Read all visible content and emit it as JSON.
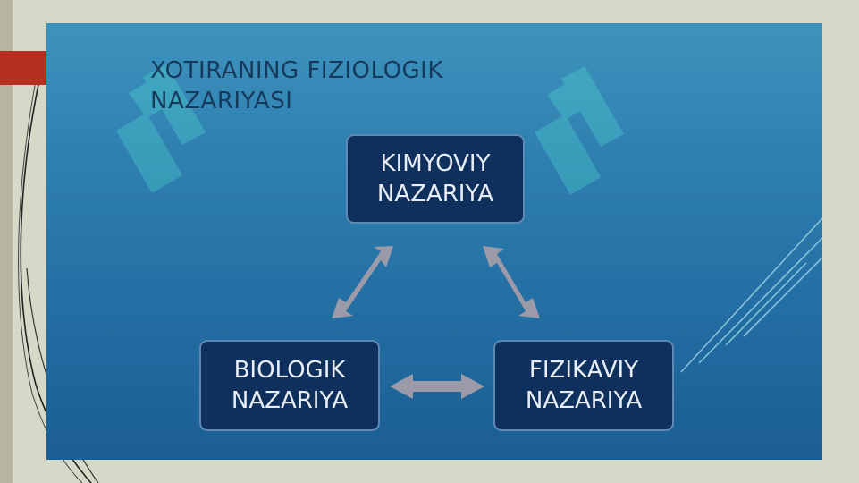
{
  "slide": {
    "title": "XOTIRANING FIZIOLOGIK NAZARIYASI"
  },
  "diagram": {
    "nodes": [
      {
        "id": "kimyoviy",
        "label": "KIMYOVIY NAZARIYA"
      },
      {
        "id": "biologik",
        "label": "BIOLOGIK NAZARIYA"
      },
      {
        "id": "fizikaviy",
        "label": "FIZIKAVIY NAZARIYA"
      }
    ],
    "edges": [
      {
        "from": "kimyoviy",
        "to": "biologik",
        "direction": "both"
      },
      {
        "from": "kimyoviy",
        "to": "fizikaviy",
        "direction": "both"
      },
      {
        "from": "biologik",
        "to": "fizikaviy",
        "direction": "both"
      }
    ]
  },
  "colors": {
    "accent": "#b5311f",
    "node_fill": "#0f2f5d",
    "node_border": "#5d89b4",
    "arrow": "#9a9aa8",
    "title": "#173a5c"
  }
}
